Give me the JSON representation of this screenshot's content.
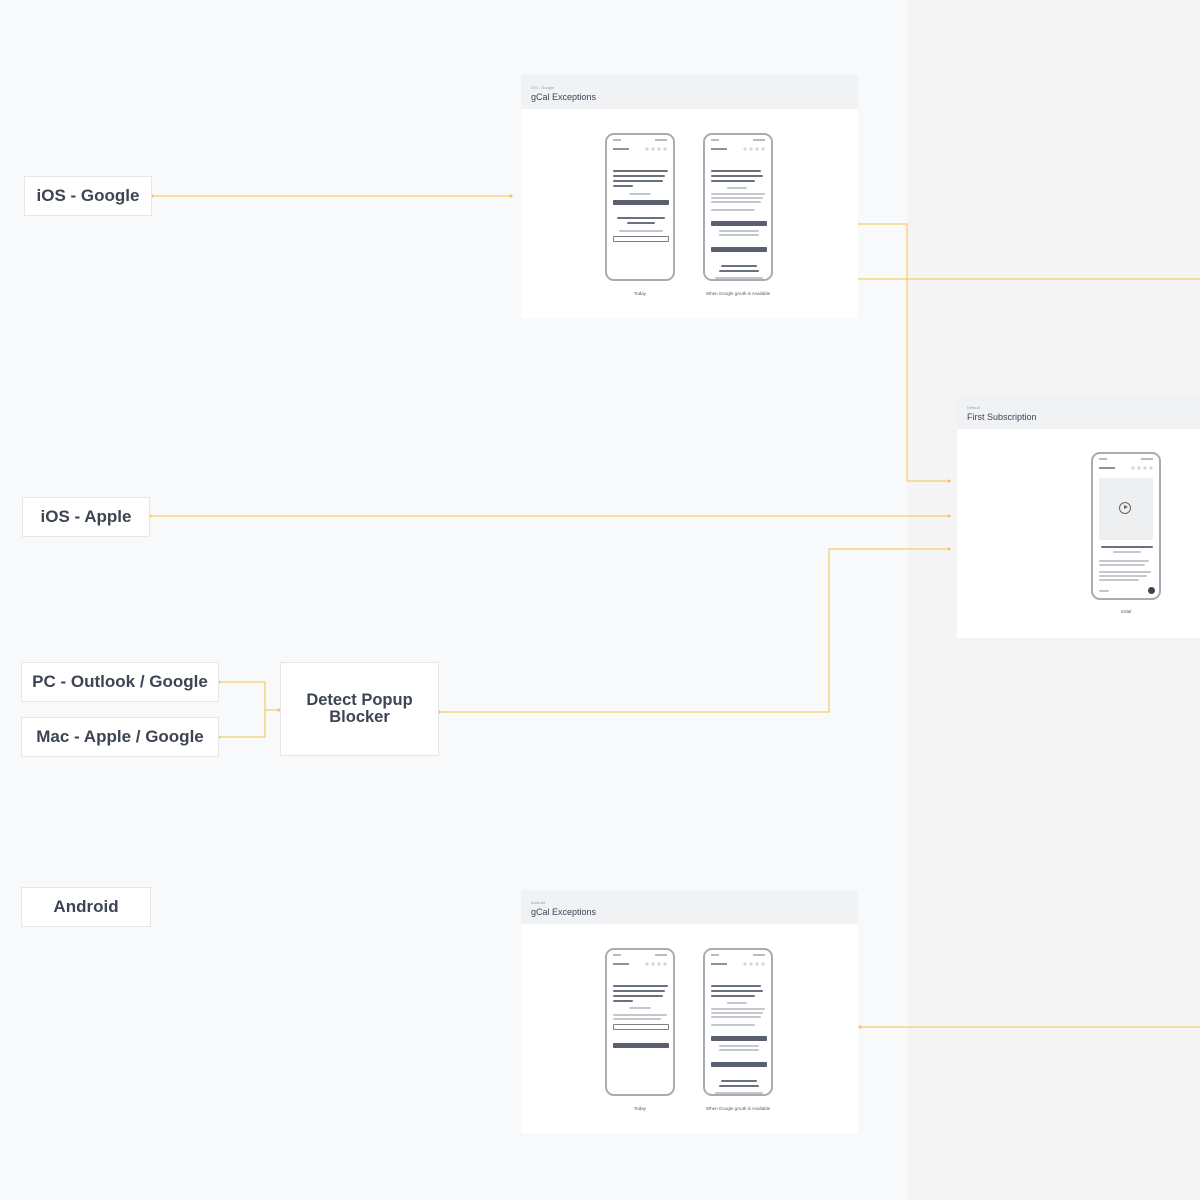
{
  "nodes": {
    "ios_google": "iOS - Google",
    "ios_apple": "iOS - Apple",
    "pc_outlook_google": "PC - Outlook / Google",
    "mac_apple_google": "Mac - Apple / Google",
    "android": "Android",
    "detect_popup_blocker": "Detect Popup Blocker"
  },
  "frames": {
    "ios_google": {
      "tag": "iOS - Google",
      "title": "gCal Exceptions",
      "captions": [
        "Today",
        "When Google gAuth is Available"
      ]
    },
    "subscription": {
      "tag": "Default",
      "title": "First Subscription",
      "captions": [
        "Initial"
      ]
    },
    "android": {
      "tag": "Android",
      "title": "gCal Exceptions",
      "captions": [
        "Today",
        "When Google gAuth is Available"
      ]
    }
  },
  "colors": {
    "connector": "#f5c24a",
    "node_text": "#3d4452",
    "frame_header": "#f1f2f4"
  }
}
